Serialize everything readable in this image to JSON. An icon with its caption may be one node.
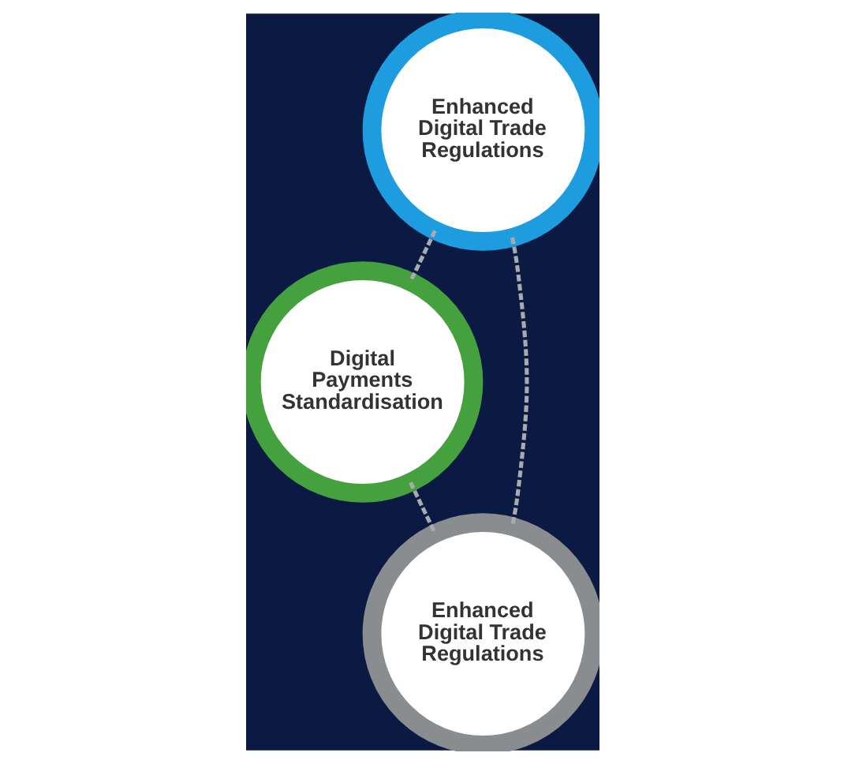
{
  "diagram": {
    "nodes": [
      {
        "text": [
          "Enhanced Digital Trade Regulations"
        ]
      },
      {
        "text": [
          "Digital Payments Standardisation"
        ]
      },
      {
        "text": [
          "Enhanced Digital Trade Regulations"
        ]
      }
    ],
    "edges": [
      {
        "from": 0,
        "to": 1,
        "arrow": "none",
        "style": "dashed"
      },
      {
        "from": 0,
        "to": 2,
        "arrow": "none",
        "style": "dashed"
      },
      {
        "from": 1,
        "to": 2,
        "arrow": "none",
        "style": "dashed"
      }
    ]
  }
}
